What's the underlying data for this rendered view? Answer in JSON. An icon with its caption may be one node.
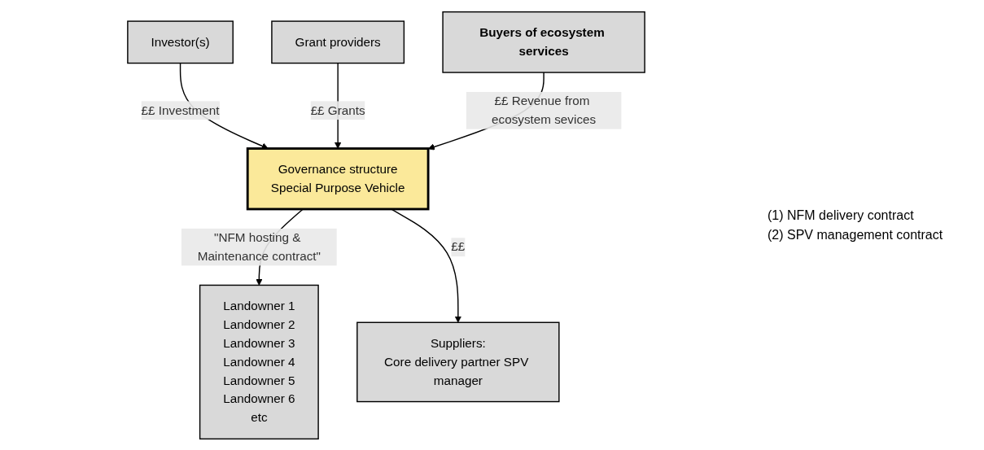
{
  "diagram": {
    "nodes": [
      {
        "text": [
          "Investor(s)"
        ]
      },
      {
        "text": [
          "Grant providers"
        ]
      },
      {
        "text": [
          "Governance structure",
          "Special Purpose Vehicle"
        ]
      },
      {
        "text": [
          "Buyers of ecosystem services"
        ]
      },
      {
        "text": [
          "Landowner 1",
          "Landowner 2",
          "Landowner 3",
          "Landowner 4",
          "Landowner 5",
          "Landowner 6",
          "etc"
        ]
      },
      {
        "text": [
          "Suppliers:",
          "Core delivery partner SPV manager"
        ]
      }
    ],
    "edges": [
      {
        "from": 0,
        "to": 2,
        "arrow": "to",
        "label": "££ Investment"
      },
      {
        "from": 1,
        "to": 2,
        "arrow": "to",
        "label": "££   Grants"
      },
      {
        "from": 3,
        "to": 2,
        "arrow": "to",
        "label": "££ Revenue from ecosystem sevices"
      },
      {
        "from": 2,
        "to": 4,
        "arrow": "to",
        "label": "\"NFM hosting & Maintenance contract\""
      },
      {
        "from": 2,
        "to": 5,
        "arrow": "to",
        "label": "££"
      }
    ],
    "labels": [
      "(1) NFM delivery contract",
      "(2) SPV management contract"
    ]
  }
}
